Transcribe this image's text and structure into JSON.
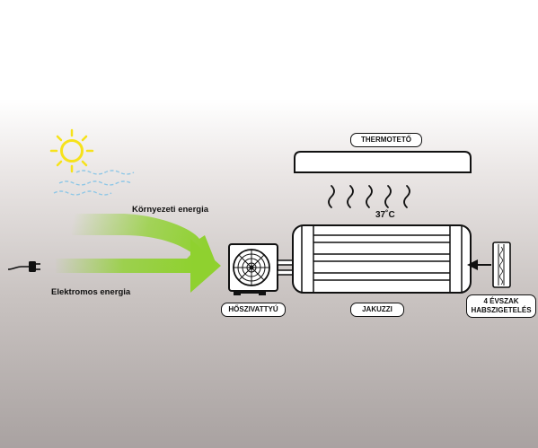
{
  "labels": {
    "environment_energy": "Környezeti energia",
    "electric_energy": "Elektromos energia",
    "thermostat": "THERMOTETŐ",
    "temperature": "37˚C",
    "heat_pump": "HŐSZIVATTYÚ",
    "jacuzzi": "JAKUZZI",
    "insulation_line1": "4 ÉVSZAK",
    "insulation_line2": "HABSZIGETELÉS"
  },
  "icons": [
    "sun-icon",
    "air-waves-icon",
    "power-plug-icon",
    "heat-pump-fan-icon",
    "heat-wave-icon",
    "insulation-panel-icon"
  ],
  "colors": {
    "energy_green": "#8fd12f",
    "sun_yellow": "#f6e21a",
    "air_blue": "#8fc7e6",
    "line": "#111111",
    "tub_fill": "#ffffff"
  }
}
